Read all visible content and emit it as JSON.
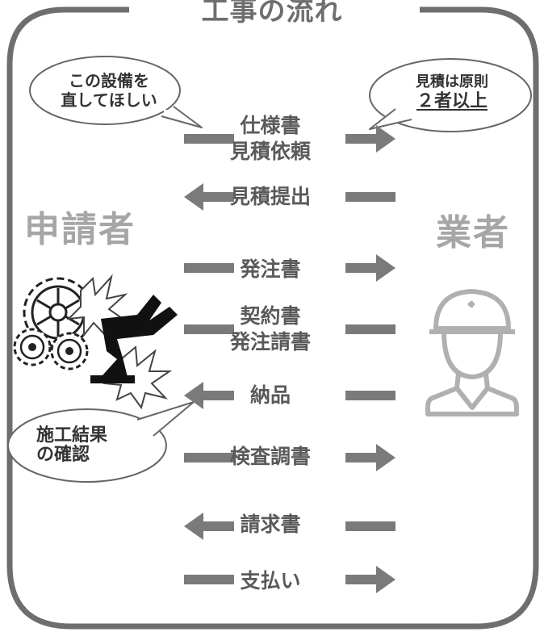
{
  "title": "工事の流れ",
  "parties": {
    "left": "申請者",
    "right": "業者"
  },
  "bubbles": {
    "left_top": [
      "この設備を",
      "直してほしい"
    ],
    "right_top": {
      "line1": "見積は原則",
      "line2": "２者以上"
    },
    "left_bottom": [
      "施工結果",
      "の確認"
    ]
  },
  "steps": [
    {
      "label": [
        "仕様書",
        "見積依頼"
      ],
      "direction": "right"
    },
    {
      "label": [
        "見積提出"
      ],
      "direction": "left"
    },
    {
      "label": [
        "発注書"
      ],
      "direction": "right"
    },
    {
      "label": [
        "契約書",
        "発注請書"
      ],
      "direction": "both"
    },
    {
      "label": [
        "納品"
      ],
      "direction": "left"
    },
    {
      "label": [
        "検査調書"
      ],
      "direction": "right"
    },
    {
      "label": [
        "請求書"
      ],
      "direction": "left"
    },
    {
      "label": [
        "支払い"
      ],
      "direction": "right"
    }
  ],
  "colors": {
    "frame": "#6e6e6e",
    "arrow": "#7a7a7a",
    "party": "#a6a6a6",
    "worker": "#b0b0b0"
  },
  "icons": {
    "left": "gear-robot-arm-icon",
    "right": "construction-worker-icon"
  }
}
